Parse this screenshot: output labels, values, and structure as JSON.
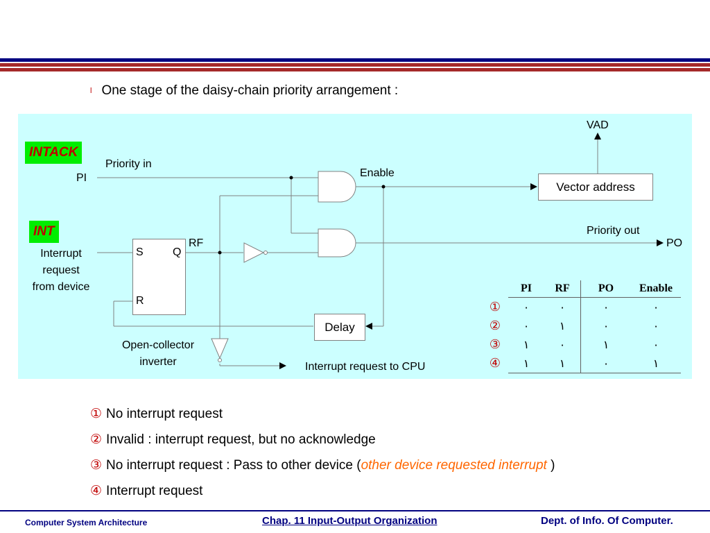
{
  "slide": {
    "bullet_mark": "l",
    "bullet_text": "One stage of the daisy-chain priority arrangement :"
  },
  "diagram": {
    "intack_tag": "INTACK",
    "int_tag": "INT",
    "priority_in": "Priority in",
    "pi": "PI",
    "enable": "Enable",
    "vad": "VAD",
    "vector_address": "Vector address",
    "priority_out": "Priority out",
    "po": "PO",
    "rf": "RF",
    "s": "S",
    "q": "Q",
    "r": "R",
    "interrupt_request_from_device_1": "Interrupt",
    "interrupt_request_from_device_2": "request",
    "interrupt_request_from_device_3": "from device",
    "delay": "Delay",
    "open_collector_1": "Open-collector",
    "open_collector_2": "inverter",
    "interrupt_request_to_cpu": "Interrupt request to CPU"
  },
  "truth_table": {
    "headers": [
      "PI",
      "RF",
      "PO",
      "Enable"
    ],
    "rows": [
      {
        "num": "①",
        "cells": [
          "٠",
          "٠",
          "٠",
          "٠"
        ]
      },
      {
        "num": "②",
        "cells": [
          "٠",
          "١",
          "٠",
          "٠"
        ]
      },
      {
        "num": "③",
        "cells": [
          "١",
          "٠",
          "١",
          "٠"
        ]
      },
      {
        "num": "④",
        "cells": [
          "١",
          "١",
          "٠",
          "١"
        ]
      }
    ]
  },
  "notes": [
    {
      "num": "①",
      "text": "No interrupt request"
    },
    {
      "num": "②",
      "text": "Invalid : interrupt request, but no acknowledge"
    },
    {
      "num": "③",
      "text": "No interrupt request : Pass to other device (",
      "em": "other device requested interrupt",
      "after": " )"
    },
    {
      "num": "④",
      "text": "Interrupt request"
    }
  ],
  "footer": {
    "left": "Computer System Architecture",
    "center": "Chap. 11  Input-Output Organization",
    "right": "Dept. of  Info. Of  Computer."
  },
  "colors": {
    "top_bar_navy": "#000080",
    "top_bar_red": "#a52a2a",
    "diagram_bg": "#ccffff",
    "tag_green": "#00ee00",
    "accent_red": "#c00000",
    "emphasis_orange": "#ff6600"
  }
}
